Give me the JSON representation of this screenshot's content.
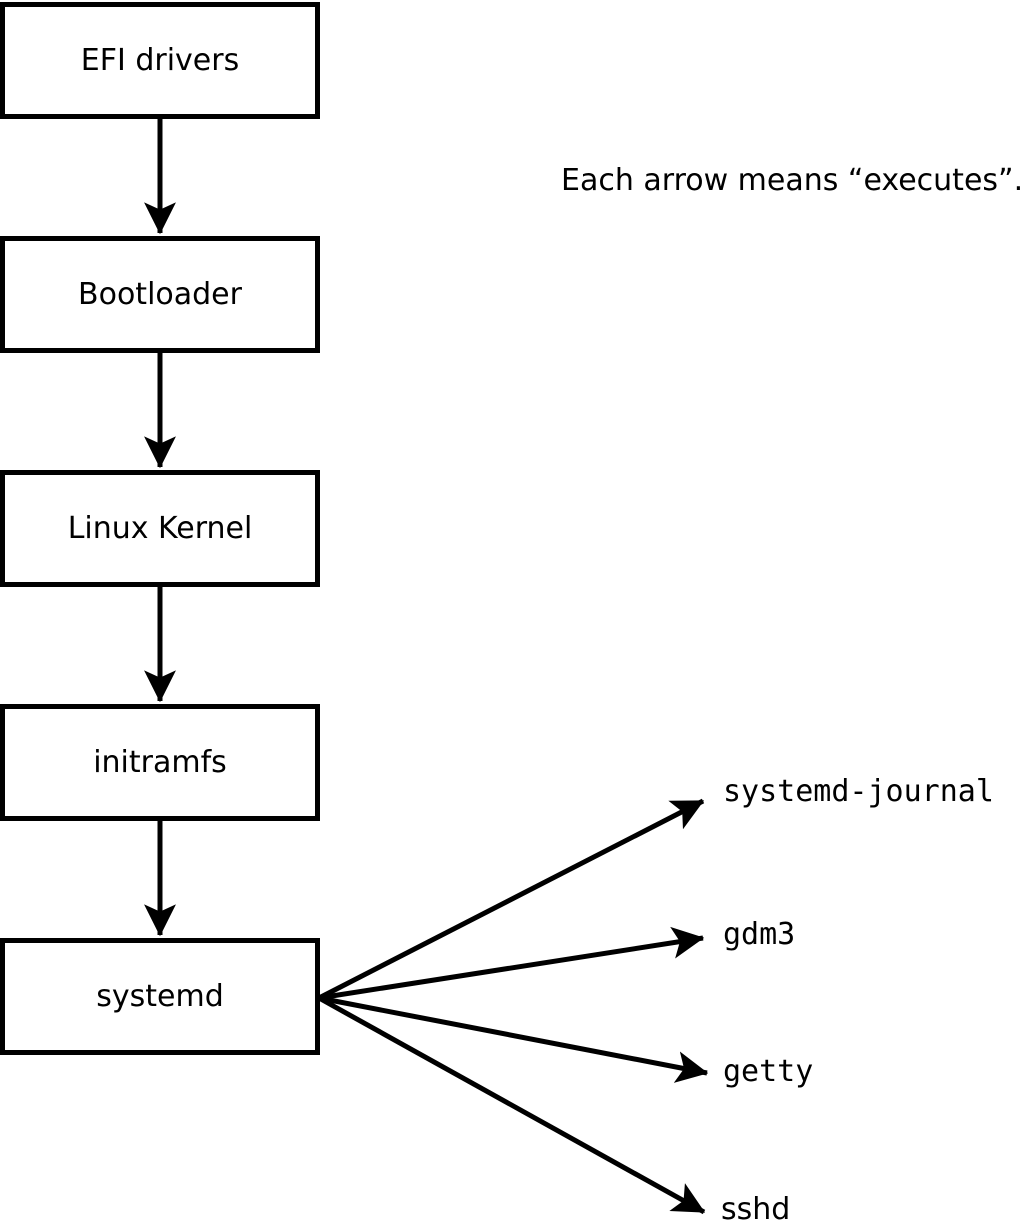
{
  "diagram": {
    "title_hint": "Linux boot chain",
    "annotation": "Each arrow means “executes”.",
    "chain": [
      {
        "label": "EFI drivers"
      },
      {
        "label": "Bootloader"
      },
      {
        "label": "Linux Kernel"
      },
      {
        "label": "initramfs"
      },
      {
        "label": "systemd"
      }
    ],
    "chain_arrows": [
      {
        "from": "EFI drivers",
        "to": "Bootloader",
        "meaning": "executes"
      },
      {
        "from": "Bootloader",
        "to": "Linux Kernel",
        "meaning": "executes"
      },
      {
        "from": "Linux Kernel",
        "to": "initramfs",
        "meaning": "executes"
      },
      {
        "from": "initramfs",
        "to": "systemd",
        "meaning": "executes"
      }
    ],
    "spawned": [
      {
        "label": "systemd-journal",
        "from": "systemd",
        "meaning": "executes"
      },
      {
        "label": "gdm3",
        "from": "systemd",
        "meaning": "executes"
      },
      {
        "label": "getty",
        "from": "systemd",
        "meaning": "executes"
      },
      {
        "label": "sshd",
        "from": "systemd",
        "meaning": "executes"
      }
    ],
    "colors": {
      "line": "#000000",
      "text": "#000000",
      "node_fill": "#ffffff",
      "background": "#ffffff"
    }
  }
}
